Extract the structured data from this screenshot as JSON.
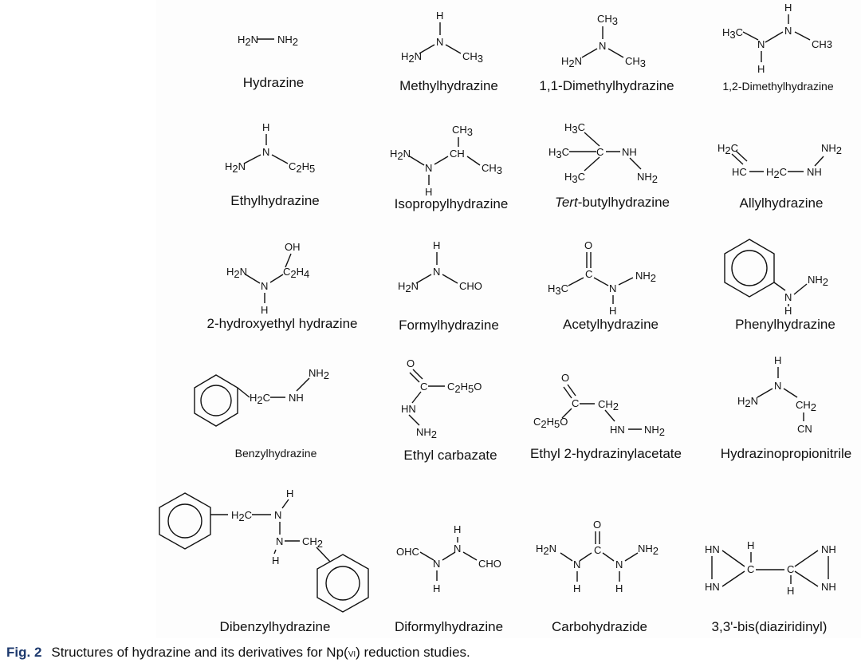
{
  "names": {
    "hydrazine": "Hydrazine",
    "methylhydrazine": "Methylhydrazine",
    "dimethyl11": "1,1-Dimethylhydrazine",
    "dimethyl12": "1,2-Dimethylhydrazine",
    "ethylhydrazine": "Ethylhydrazine",
    "isopropylhydrazine": "Isopropylhydrazine",
    "tertbutyl_prefix": "Tert",
    "tertbutyl_rest": "-butylhydrazine",
    "allylhydrazine": "Allylhydrazine",
    "hydroxyethyl": "2-hydroxyethyl hydrazine",
    "formylhydrazine": "Formylhydrazine",
    "acetylhydrazine": "Acetylhydrazine",
    "phenylhydrazine": "Phenylhydrazine",
    "benzylhydrazine": "Benzylhydrazine",
    "ethylcarbazate": "Ethyl carbazate",
    "ethylhydrazinylacetate": "Ethyl 2-hydrazinylacetate",
    "hydrazinopropionitrile": "Hydrazinopropionitrile",
    "dibenzylhydrazine": "Dibenzylhydrazine",
    "diformylhydrazine": "Diformylhydrazine",
    "carbohydrazide": "Carbohydrazide",
    "bisdiaziridinyl": "3,3'-bis(diaziridinyl)"
  },
  "caption": {
    "label": "Fig. 2",
    "text_before": "Structures of hydrazine and its derivatives for Np(",
    "oxidation_state": "vi",
    "text_after": ") reduction studies."
  }
}
